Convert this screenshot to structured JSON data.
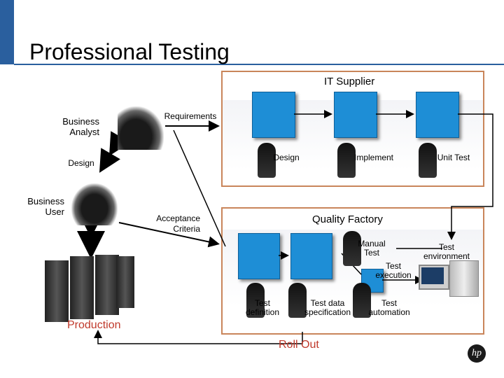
{
  "title": "Professional Testing",
  "it_supplier": {
    "label": "IT Supplier",
    "roles": [
      "Design",
      "Implement",
      "Unit Test"
    ]
  },
  "quality_factory": {
    "label": "Quality Factory",
    "manual_test": "Manual\nTest",
    "test_execution": "Test\nexecution",
    "roles": [
      "Test\ndefinition",
      "Test data\nspecification",
      "Test\nautomation"
    ]
  },
  "left": {
    "business_analyst": "Business\nAnalyst",
    "requirements": "Requirements",
    "design": "Design",
    "business_user": "Business\nUser",
    "acceptance": "Acceptance\nCriteria",
    "production": "Production"
  },
  "test_environment": "Test\nenvironment",
  "roll_out": "Roll Out",
  "colors": {
    "accent": "#2a5f9e",
    "panel_border": "#c9855a",
    "box_blue": "#1e8ed6",
    "production_red": "#c0392b"
  }
}
